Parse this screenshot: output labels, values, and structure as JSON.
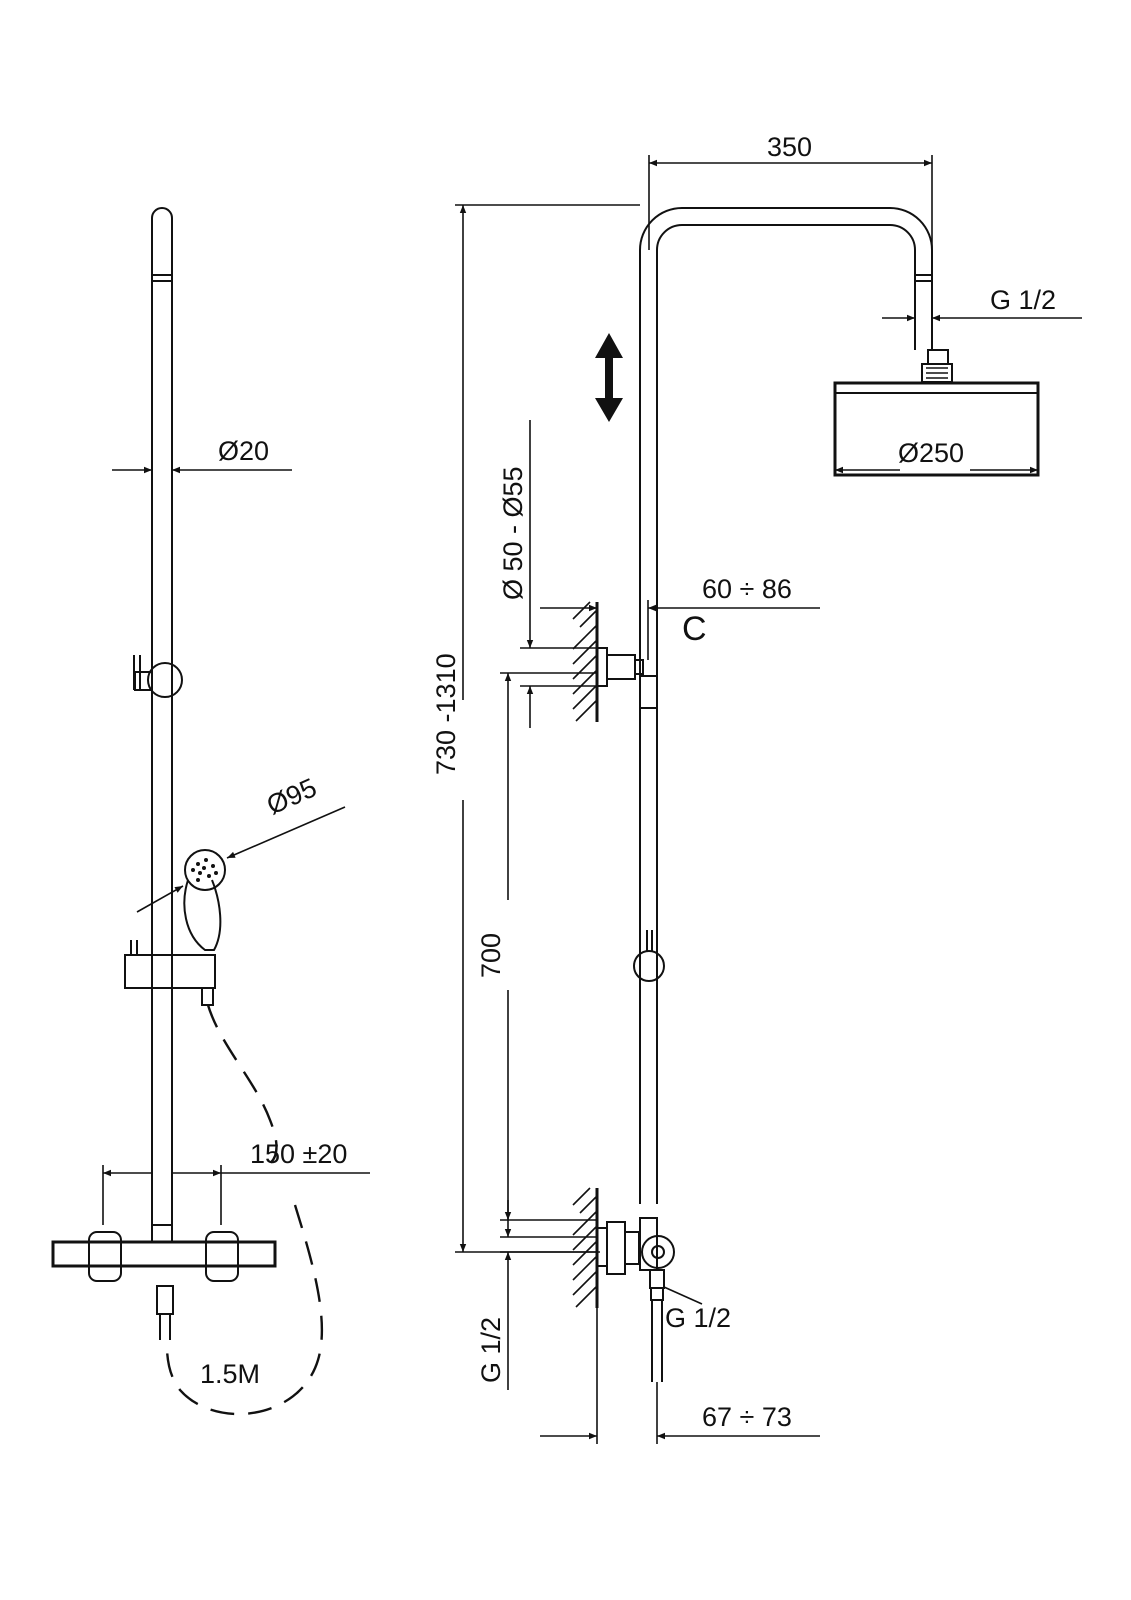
{
  "dimensions": {
    "rail_diameter": "Ø20",
    "handshower_diameter": "Ø95",
    "mixer_centers": "150 ±20",
    "hose_length": "1.5M",
    "arm_projection": "350",
    "top_outlet_thread": "G 1/2",
    "head_diameter": "Ø250",
    "height_range": "730 -1310",
    "bracket_diameter": "Ø 50 - Ø55",
    "bracket_depth": "60 ÷ 86",
    "bracket_label": "C",
    "bracket_spacing": "700",
    "inlet_thread_side": "G 1/2",
    "outlet_thread": "G 1/2",
    "mixer_depth": "67 ÷ 73"
  }
}
